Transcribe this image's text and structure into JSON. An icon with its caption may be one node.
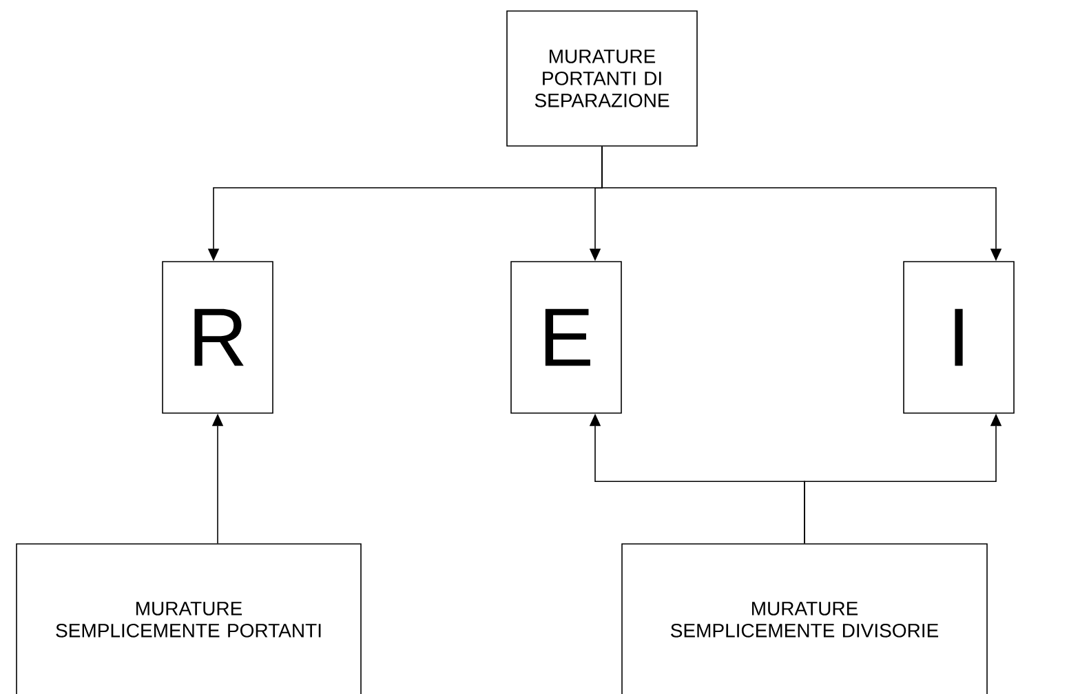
{
  "diagram": {
    "nodes": [
      {
        "text": [
          "MURATURE PORTANTI DI SEPARAZIONE"
        ]
      },
      {
        "text": [
          "R"
        ]
      },
      {
        "text": [
          "E"
        ]
      },
      {
        "text": [
          "I"
        ]
      },
      {
        "text": [
          "MURATURE SEMPLICEMENTE PORTANTI"
        ]
      },
      {
        "text": [
          "MURATURE SEMPLICEMENTE DIVISORIE"
        ]
      }
    ],
    "edges": [
      {
        "from": 0,
        "to": 1,
        "arrow": "to"
      },
      {
        "from": 0,
        "to": 2,
        "arrow": "to"
      },
      {
        "from": 0,
        "to": 3,
        "arrow": "to"
      },
      {
        "from": 4,
        "to": 1,
        "arrow": "to"
      },
      {
        "from": 5,
        "to": 2,
        "arrow": "to"
      },
      {
        "from": 5,
        "to": 3,
        "arrow": "to"
      }
    ]
  }
}
